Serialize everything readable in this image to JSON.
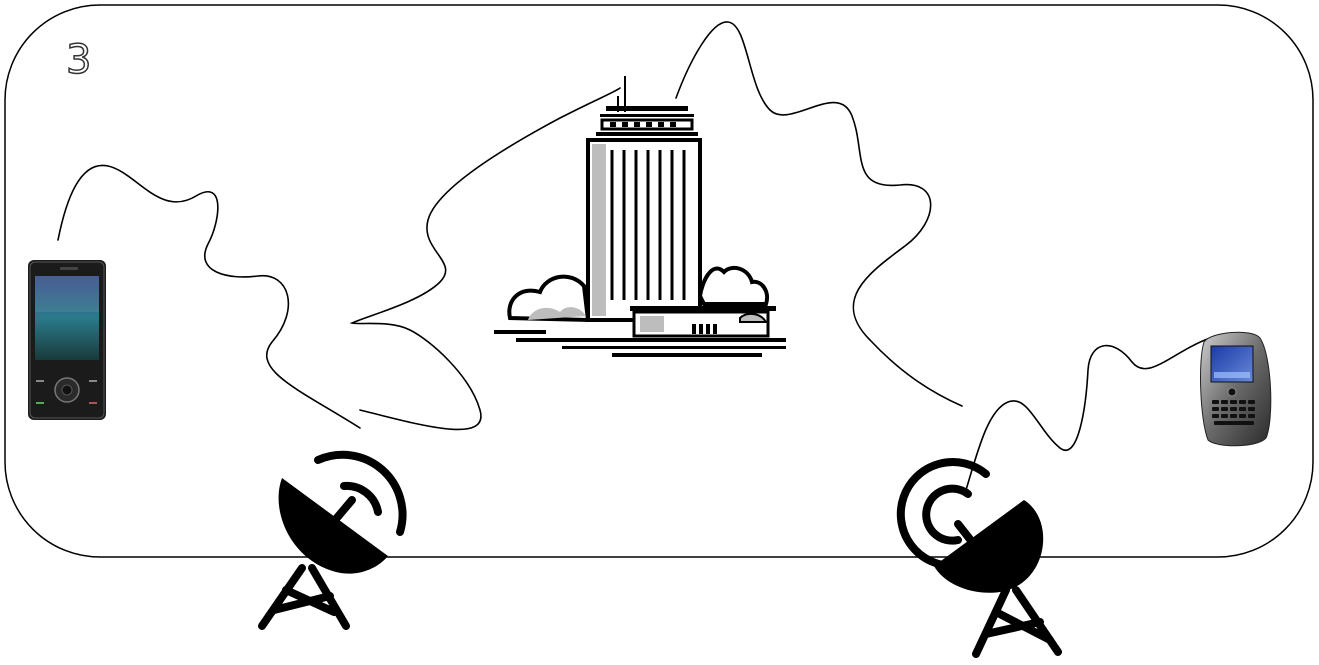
{
  "diagram": {
    "step_number": "3",
    "nodes": [
      {
        "id": "phone-left",
        "kind": "touchscreen-mobile-phone-icon"
      },
      {
        "id": "antenna-left",
        "kind": "satellite-dish-antenna-icon"
      },
      {
        "id": "building",
        "kind": "office-building-icon"
      },
      {
        "id": "antenna-right",
        "kind": "satellite-dish-antenna-icon"
      },
      {
        "id": "phone-right",
        "kind": "smartphone-qwerty-icon"
      }
    ],
    "links": [
      {
        "from": "phone-left",
        "to": "antenna-left",
        "style": "squiggly-line"
      },
      {
        "from": "antenna-left",
        "to": "building",
        "style": "squiggly-line"
      },
      {
        "from": "building",
        "to": "antenna-right",
        "style": "squiggly-line"
      },
      {
        "from": "antenna-right",
        "to": "phone-right",
        "style": "squiggly-line"
      }
    ],
    "colors": {
      "line": "#000000",
      "background": "#ffffff"
    }
  }
}
